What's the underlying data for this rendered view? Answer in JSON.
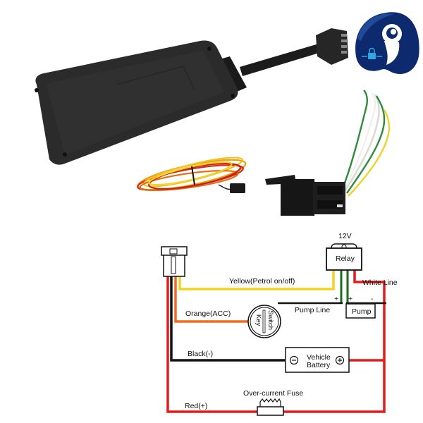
{
  "product": {
    "device": "GPS tracker unit",
    "harness": "wiring harness",
    "relay_socket": "relay with socket"
  },
  "logo": {
    "name": "brand logo",
    "colors": {
      "primary": "#0d2a6e",
      "accent": "#2fa6e6"
    }
  },
  "diagram": {
    "relay": {
      "voltage_label": "12V",
      "label": "Relay"
    },
    "wires": {
      "yellow": "Yellow(Petrol on/off)",
      "orange": "Orange(ACC)",
      "black": "Black(-)",
      "red": "Red(+)",
      "white": "White Line",
      "pump_line": "Pump Line"
    },
    "switch_key": {
      "line1": "Switch",
      "line2": "Key"
    },
    "pump": {
      "label": "Pump",
      "plus": "+",
      "minus": "-"
    },
    "pump_line_plus": "+",
    "battery": {
      "line1": "Vehicle",
      "line2": "Battery",
      "neg": "−",
      "pos": "+"
    },
    "fuse": {
      "label": "Over-current Fuse"
    },
    "colors": {
      "yellow": "#f2d21e",
      "orange": "#f26a1b",
      "black": "#111111",
      "red": "#e31b1b",
      "green": "#1a6e1a"
    }
  }
}
